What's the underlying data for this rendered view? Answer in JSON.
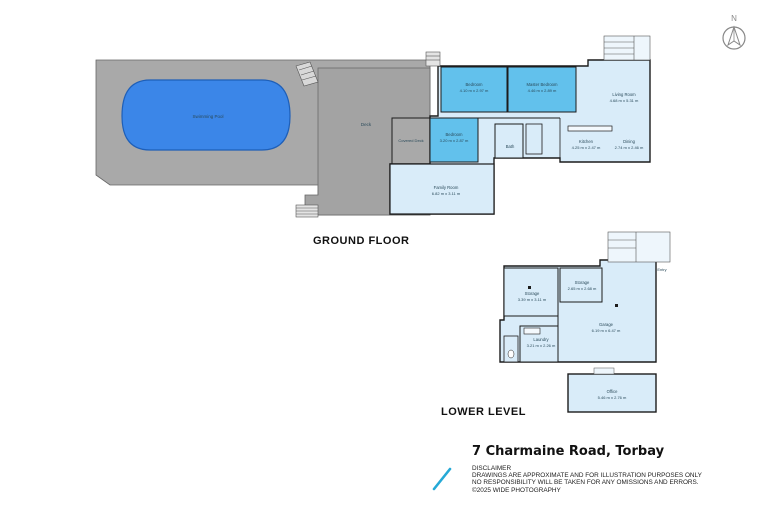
{
  "plan": {
    "address": "7 Charmaine Road, Torbay",
    "compass_label": "N",
    "floors": [
      {
        "label": "GROUND FLOOR"
      },
      {
        "label": "LOWER LEVEL"
      }
    ],
    "rooms": {
      "swimming_pool": {
        "name": "Swimming Pool"
      },
      "deck": {
        "name": "Deck"
      },
      "covered_deck": {
        "name": "Covered Deck"
      },
      "bedroom_1": {
        "name": "Bedroom",
        "size": "4.10 m x 2.97 m"
      },
      "master_bedroom": {
        "name": "Master Bedroom",
        "size": "4.46 m x 2.89 m"
      },
      "living_room": {
        "name": "Living Room",
        "size": "4.68 m x 5.31 m"
      },
      "bedroom_2": {
        "name": "Bedroom",
        "size": "3.20 m x 2.87 m"
      },
      "bath": {
        "name": "Bath"
      },
      "kitchen": {
        "name": "Kitchen",
        "size": "4.25 m x 2.47 m"
      },
      "dining": {
        "name": "Dining",
        "size": "2.74 m x 2.46 m"
      },
      "family_room": {
        "name": "Family Room",
        "size": "6.82 m x 3.11 m"
      },
      "storage_1": {
        "name": "Storage",
        "size": "3.39 m x 3.11 m"
      },
      "storage_2": {
        "name": "Storage",
        "size": "2.65 m x 2.68 m"
      },
      "garage": {
        "name": "Garage",
        "size": "6.19 m x 6.47 m"
      },
      "laundry": {
        "name": "Laundry",
        "size": "3.21 m x 2.26 m"
      },
      "office": {
        "name": "Office",
        "size": "5.46 m x 2.76 m"
      },
      "entry": {
        "name": "Entry"
      }
    },
    "disclaimer": {
      "title": "DISCLAIMER",
      "lines": [
        "DRAWINGS ARE APPROXIMATE AND FOR ILLUSTRATION PURPOSES ONLY",
        "NO RESPONSIBILITY WILL BE TAKEN FOR ANY OMISSIONS AND ERRORS.",
        "©2025 WIDE PHOTOGRAPHY"
      ]
    }
  },
  "colors": {
    "deck_fill": "#a9a9a9",
    "pool_fill": "#3b86e8",
    "room_light": "#d9ecf9",
    "room_accent": "#62c1ec",
    "wall": "#1c1c1c",
    "logo": "#25a9d6"
  }
}
